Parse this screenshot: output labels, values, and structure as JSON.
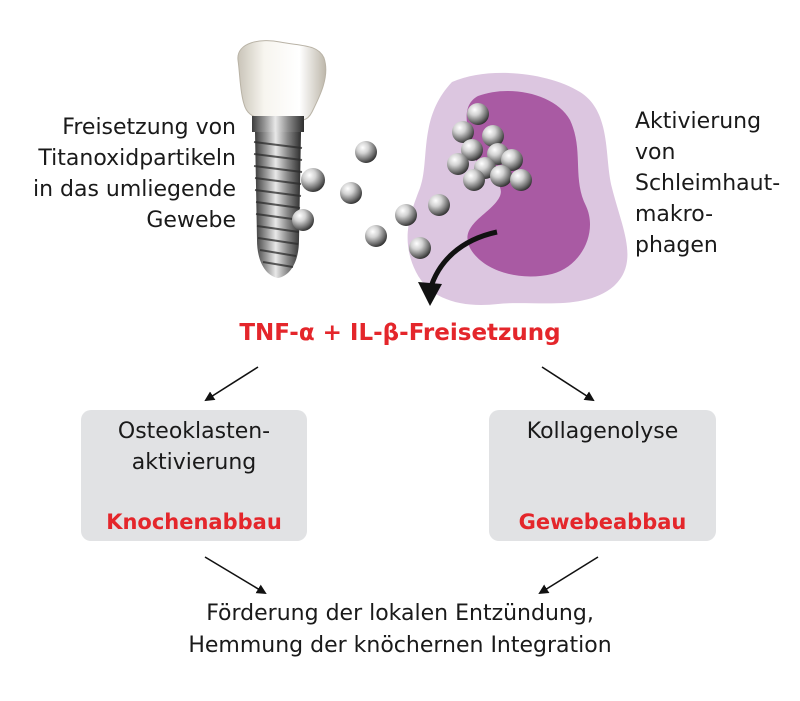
{
  "implant_caption": [
    "Freisetzung von",
    "Titanoxidpartikeln",
    "in das umliegende",
    "Gewebe"
  ],
  "macrophage_caption": [
    "Aktivierung",
    "von",
    "Schleimhaut-",
    "makro-",
    "phagen"
  ],
  "release_label": "TNF-α + IL-β-Freisetzung",
  "left_box": {
    "process": [
      "Osteoklasten-",
      "aktivierung"
    ],
    "result": "Knochenabbau"
  },
  "right_box": {
    "process": [
      "Kollagenolyse"
    ],
    "result": "Gewebeabbau"
  },
  "conclusion": [
    "Förderung der lokalen Entzündung,",
    "Hemmung der knöchernen Integration"
  ],
  "colors": {
    "accent_red": "#e4262b",
    "box_gray": "#e1e2e4",
    "macrophage_outer": "#dcc6e0",
    "macrophage_nucleus": "#a95aa3",
    "text": "#1a1a1a"
  },
  "icons": [
    "dental-implant-icon",
    "titanium-particle-icon",
    "macrophage-cell-icon"
  ]
}
